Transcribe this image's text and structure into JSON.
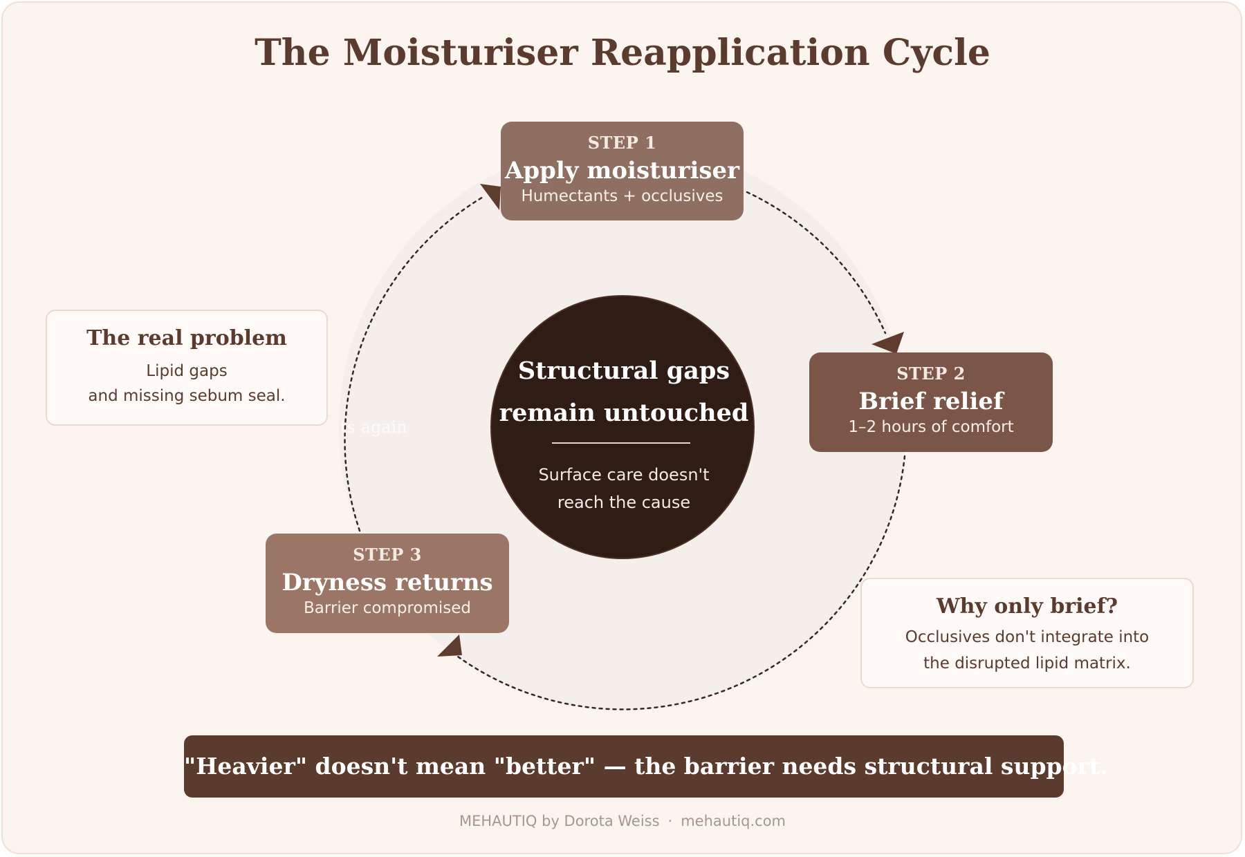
{
  "title": "The Moisturiser Reapplication Cycle",
  "steps": [
    {
      "label": "STEP 1",
      "heading": "Apply moisturiser",
      "subtitle": "Humectants + occlusives"
    },
    {
      "label": "STEP 2",
      "heading": "Brief relief",
      "subtitle": "1–2 hours of comfort"
    },
    {
      "label": "STEP 3",
      "heading": "Dryness returns",
      "subtitle": "Barrier compromised"
    }
  ],
  "center": {
    "heading_line1": "Structural gaps",
    "heading_line2": "remain untouched",
    "sub_line1": "Surface care doesn't",
    "sub_line2": "reach the cause"
  },
  "notes": {
    "left": {
      "heading": "The real problem",
      "line1": "Lipid gaps",
      "line2": "and missing sebum seal."
    },
    "right": {
      "heading": "Why only brief?",
      "line1": "Occlusives don't integrate into",
      "line2": "the disrupted lipid matrix."
    }
  },
  "ghost_text": "ts again",
  "banner": "\"Heavier\" doesn't mean \"better\" — the barrier needs structural support.",
  "footer": {
    "brand": "MEHAUTIQ by Dorota Weiss",
    "separator": "·",
    "site": "mehautiq.com"
  },
  "colors": {
    "background": "#fcf4ef",
    "title": "#5b3b2e",
    "step1": "#8e6f62",
    "step2": "#7a5548",
    "step3": "#9b7565",
    "center": "#2e1c15",
    "banner": "#5b3b2e",
    "arrow": "#5e3d2f"
  }
}
